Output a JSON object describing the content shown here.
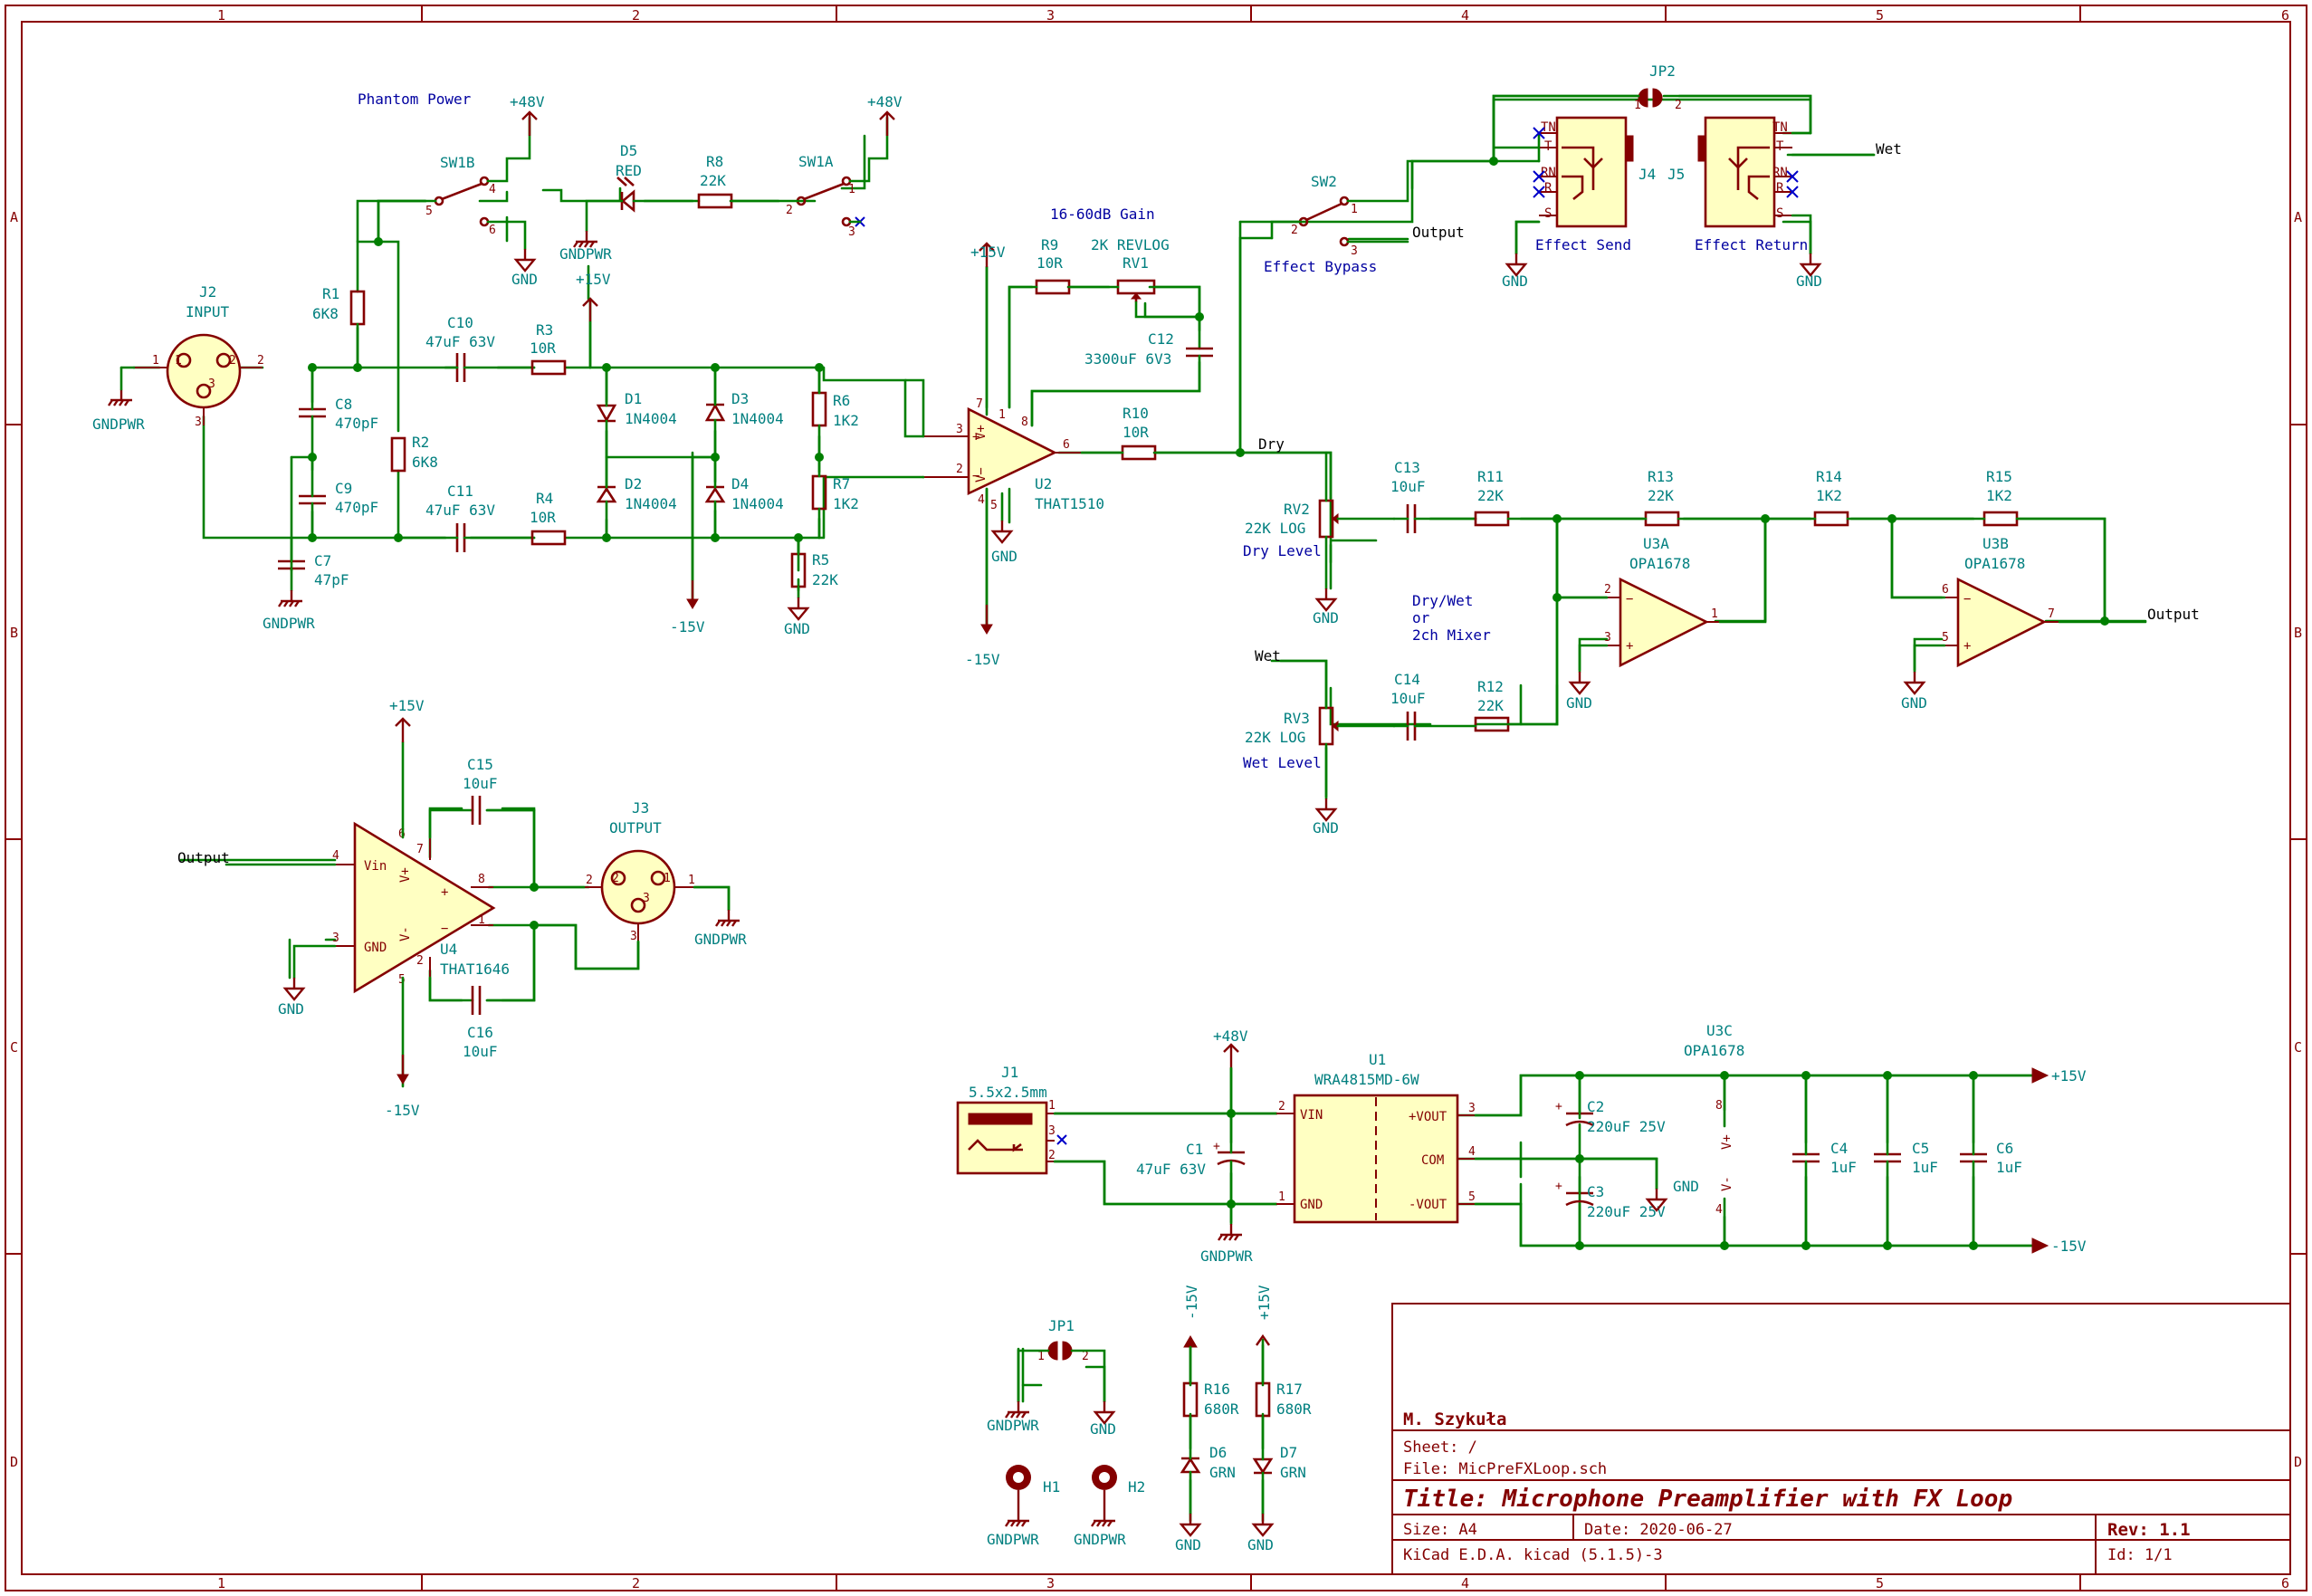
{
  "title_block": {
    "author": "M. Szykuła",
    "sheet": "Sheet: /",
    "file": "File: MicPreFXLoop.sch",
    "title": "Title: Microphone Preamplifier with FX Loop",
    "size": "Size: A4",
    "date": "Date: 2020-06-27",
    "rev": "Rev: 1.1",
    "tool": "KiCad E.D.A.  kicad (5.1.5)-3",
    "id": "Id: 1/1"
  },
  "grid_labels": {
    "cols": [
      "1",
      "2",
      "3",
      "4",
      "5",
      "6"
    ],
    "rows": [
      "A",
      "B",
      "C",
      "D"
    ]
  },
  "annotations": {
    "phantom": "Phantom Power",
    "gain": "16-60dB Gain",
    "bypass": "Effect Bypass",
    "effect_send": "Effect Send",
    "effect_return": "Effect Return",
    "dry_level": "Dry Level",
    "wet_level": "Wet Level",
    "mixer1": "Dry/Wet",
    "mixer2": "or",
    "mixer3": "2ch Mixer"
  },
  "nets": {
    "dry": "Dry",
    "wet": "Wet",
    "output": "Output",
    "gnd": "GND",
    "gndpwr": "GNDPWR",
    "p48": "+48V",
    "p15": "+15V",
    "m15": "-15V"
  },
  "components": {
    "J2": {
      "ref": "J2",
      "value": "INPUT"
    },
    "J3": {
      "ref": "J3",
      "value": "OUTPUT"
    },
    "R1": {
      "ref": "R1",
      "value": "6K8"
    },
    "R2": {
      "ref": "R2",
      "value": "6K8"
    },
    "R3": {
      "ref": "R3",
      "value": "10R"
    },
    "R4": {
      "ref": "R4",
      "value": "10R"
    },
    "R5": {
      "ref": "R5",
      "value": "22K"
    },
    "R6": {
      "ref": "R6",
      "value": "1K2"
    },
    "R7": {
      "ref": "R7",
      "value": "1K2"
    },
    "R8": {
      "ref": "R8",
      "value": "22K"
    },
    "R9": {
      "ref": "R9",
      "value": "10R"
    },
    "R10": {
      "ref": "R10",
      "value": "10R"
    },
    "R11": {
      "ref": "R11",
      "value": "22K"
    },
    "R12": {
      "ref": "R12",
      "value": "22K"
    },
    "R13": {
      "ref": "R13",
      "value": "22K"
    },
    "R14": {
      "ref": "R14",
      "value": "1K2"
    },
    "R15": {
      "ref": "R15",
      "value": "1K2"
    },
    "R16": {
      "ref": "R16",
      "value": "680R"
    },
    "R17": {
      "ref": "R17",
      "value": "680R"
    },
    "C1": {
      "ref": "C1",
      "value": "47uF 63V"
    },
    "C2": {
      "ref": "C2",
      "value": "220uF 25V"
    },
    "C3": {
      "ref": "C3",
      "value": "220uF 25V"
    },
    "C4": {
      "ref": "C4",
      "value": "1uF"
    },
    "C5": {
      "ref": "C5",
      "value": "1uF"
    },
    "C6": {
      "ref": "C6",
      "value": "1uF"
    },
    "C7": {
      "ref": "C7",
      "value": "47pF"
    },
    "C8": {
      "ref": "C8",
      "value": "470pF"
    },
    "C9": {
      "ref": "C9",
      "value": "470pF"
    },
    "C10": {
      "ref": "C10",
      "value": "47uF 63V"
    },
    "C11": {
      "ref": "C11",
      "value": "47uF 63V"
    },
    "C12": {
      "ref": "C12",
      "value": "3300uF 6V3"
    },
    "C13": {
      "ref": "C13",
      "value": "10uF"
    },
    "C14": {
      "ref": "C14",
      "value": "10uF"
    },
    "C15": {
      "ref": "C15",
      "value": "10uF"
    },
    "C16": {
      "ref": "C16",
      "value": "10uF"
    },
    "D1": {
      "ref": "D1",
      "value": "1N4004"
    },
    "D2": {
      "ref": "D2",
      "value": "1N4004"
    },
    "D3": {
      "ref": "D3",
      "value": "1N4004"
    },
    "D4": {
      "ref": "D4",
      "value": "1N4004"
    },
    "D5": {
      "ref": "D5",
      "value": "RED"
    },
    "D6": {
      "ref": "D6",
      "value": "GRN"
    },
    "D7": {
      "ref": "D7",
      "value": "GRN"
    },
    "RV1": {
      "ref": "RV1",
      "value": "2K REVLOG"
    },
    "RV2": {
      "ref": "RV2",
      "value": "22K LOG"
    },
    "RV3": {
      "ref": "RV3",
      "value": "22K LOG"
    },
    "U1": {
      "ref": "U1",
      "value": "WRA4815MD-6W",
      "vin": "VIN",
      "gnd": "GND",
      "vout_p": "+VOUT",
      "com": "COM",
      "vout_m": "-VOUT"
    },
    "U2": {
      "ref": "U2",
      "value": "THAT1510"
    },
    "U3A": {
      "ref": "U3A",
      "value": "OPA1678"
    },
    "U3B": {
      "ref": "U3B",
      "value": "OPA1678"
    },
    "U3C": {
      "ref": "U3C",
      "value": "OPA1678",
      "vp": "V+",
      "vm": "V-"
    },
    "U4": {
      "ref": "U4",
      "value": "THAT1646",
      "vin": "Vin",
      "gnd": "GND",
      "vp": "V+",
      "vm": "V-"
    },
    "SW1A": {
      "ref": "SW1A"
    },
    "SW1B": {
      "ref": "SW1B"
    },
    "SW2": {
      "ref": "SW2"
    },
    "J1": {
      "ref": "J1",
      "value": "5.5x2.5mm"
    },
    "J4": {
      "ref": "J4"
    },
    "J5": {
      "ref": "J5"
    },
    "JP1": {
      "ref": "JP1"
    },
    "JP2": {
      "ref": "JP2"
    },
    "H1": {
      "ref": "H1"
    },
    "H2": {
      "ref": "H2"
    }
  },
  "colors": {
    "wire": "#007f00",
    "body": "#840000",
    "fill": "#ffffc2",
    "ref": "#007f7f",
    "note": "#0000a0"
  }
}
